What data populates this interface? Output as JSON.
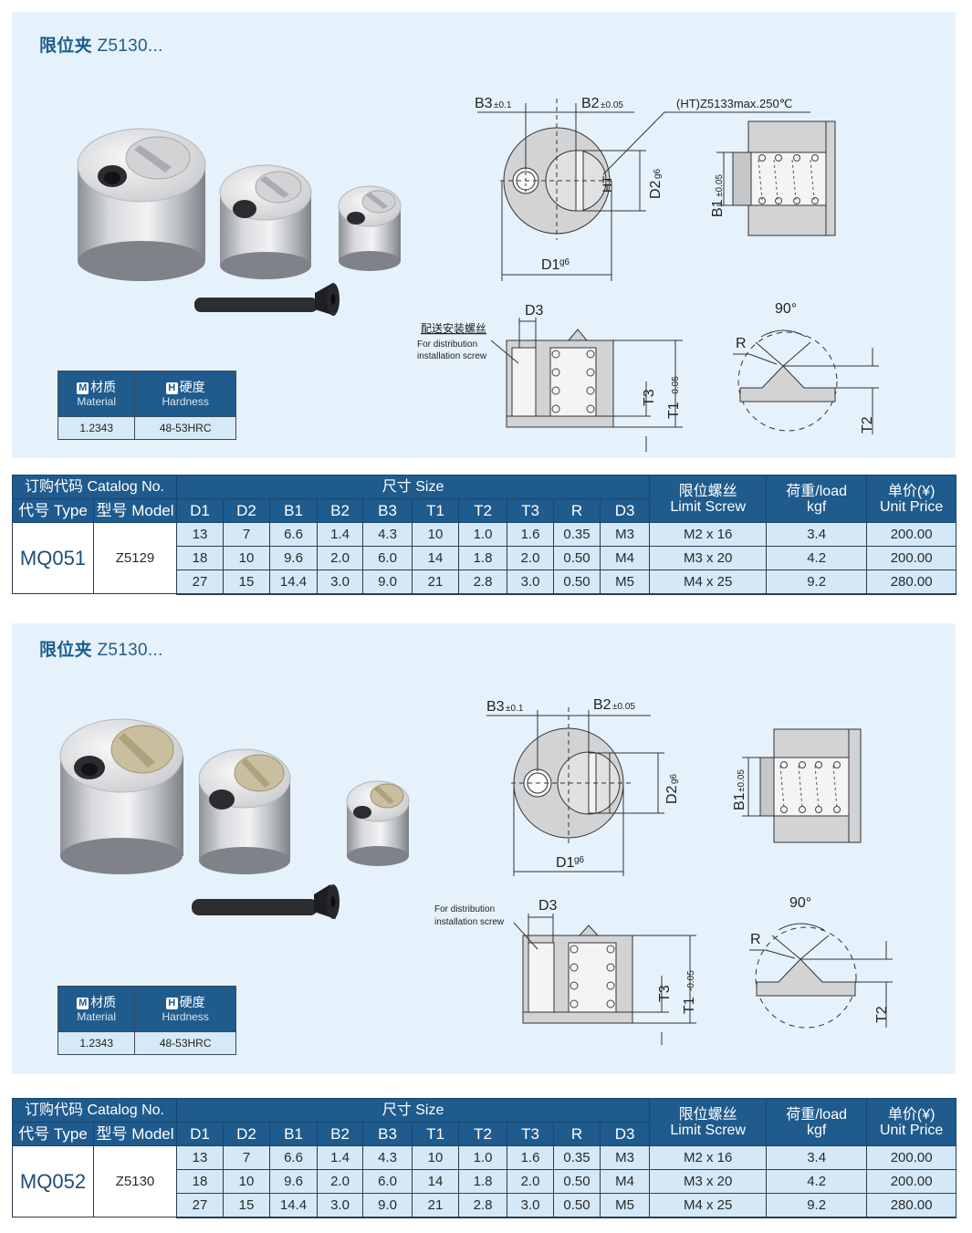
{
  "sections": [
    {
      "title_cn": "限位夹",
      "title_en": "Z5130...",
      "material": {
        "material_badge": "M",
        "material_cn": "材质",
        "material_en": "Material",
        "hardness_badge": "H",
        "hardness_cn": "硬度",
        "hardness_en": "Hardness",
        "material_value": "1.2343",
        "hardness_value": "48-53HRC"
      },
      "diagram": {
        "b3": "B3",
        "b3_tol": "±0.1",
        "b2": "B2",
        "b2_tol": "±0.05",
        "ht_note": "(HT)Z5133max.250℃",
        "ht_mark": "HT",
        "d2": "D2",
        "d2_tol": "g6",
        "d1": "D1",
        "d1_tol": "g6",
        "b1": "B1",
        "b1_tol": "±0.05",
        "d3": "D3",
        "screw_cn": "配送安装螺丝",
        "screw_en_1": "For distribution",
        "screw_en_2": "installation screw",
        "t3": "T3",
        "t1": "T1",
        "t1_tol": "-0.05",
        "angle": "90°",
        "r": "R",
        "t2": "T2"
      },
      "table": {
        "catalog_header": "订购代码 Catalog No.",
        "size_header": "尺寸 Size",
        "type_header": "代号 Type",
        "model_header": "型号 Model",
        "columns": [
          "D1",
          "D2",
          "B1",
          "B2",
          "B3",
          "T1",
          "T2",
          "T3",
          "R",
          "D3"
        ],
        "screw_header_cn": "限位螺丝",
        "screw_header_en": "Limit Screw",
        "load_header_1": "荷重/load",
        "load_header_2": "kgf",
        "price_header_1": "单价(¥)",
        "price_header_2": "Unit Price",
        "type": "MQ051",
        "model": "Z5129",
        "rows": [
          {
            "D1": "13",
            "D2": "7",
            "B1": "6.6",
            "B2": "1.4",
            "B3": "4.3",
            "T1": "10",
            "T2": "1.0",
            "T3": "1.6",
            "R": "0.35",
            "D3": "M3",
            "screw": "M2 x 16",
            "load": "3.4",
            "price": "200.00"
          },
          {
            "D1": "18",
            "D2": "10",
            "B1": "9.6",
            "B2": "2.0",
            "B3": "6.0",
            "T1": "14",
            "T2": "1.8",
            "T3": "2.0",
            "R": "0.50",
            "D3": "M4",
            "screw": "M3 x 20",
            "load": "4.2",
            "price": "200.00"
          },
          {
            "D1": "27",
            "D2": "15",
            "B1": "14.4",
            "B2": "3.0",
            "B3": "9.0",
            "T1": "21",
            "T2": "2.8",
            "T3": "3.0",
            "R": "0.50",
            "D3": "M5",
            "screw": "M4 x 25",
            "load": "9.2",
            "price": "280.00"
          }
        ]
      }
    },
    {
      "title_cn": "限位夹",
      "title_en": "Z5130...",
      "material": {
        "material_badge": "M",
        "material_cn": "材质",
        "material_en": "Material",
        "hardness_badge": "H",
        "hardness_cn": "硬度",
        "hardness_en": "Hardness",
        "material_value": "1.2343",
        "hardness_value": "48-53HRC"
      },
      "diagram": {
        "b3": "B3",
        "b3_tol": "±0.1",
        "b2": "B2",
        "b2_tol": "±0.05",
        "d2": "D2",
        "d2_tol": "g6",
        "d1": "D1",
        "d1_tol": "g6",
        "b1": "B1",
        "b1_tol": "±0.05",
        "d3": "D3",
        "screw_en_1": "For distribution",
        "screw_en_2": "installation screw",
        "t3": "T3",
        "t1": "T1",
        "t1_tol": "-0.05",
        "angle": "90°",
        "r": "R",
        "t2": "T2"
      },
      "table": {
        "catalog_header": "订购代码 Catalog No.",
        "size_header": "尺寸 Size",
        "type_header": "代号 Type",
        "model_header": "型号 Model",
        "columns": [
          "D1",
          "D2",
          "B1",
          "B2",
          "B3",
          "T1",
          "T2",
          "T3",
          "R",
          "D3"
        ],
        "screw_header_cn": "限位螺丝",
        "screw_header_en": "Limit Screw",
        "load_header_1": "荷重/load",
        "load_header_2": "kgf",
        "price_header_1": "单价(¥)",
        "price_header_2": "Unit Price",
        "type": "MQ052",
        "model": "Z5130",
        "rows": [
          {
            "D1": "13",
            "D2": "7",
            "B1": "6.6",
            "B2": "1.4",
            "B3": "4.3",
            "T1": "10",
            "T2": "1.0",
            "T3": "1.6",
            "R": "0.35",
            "D3": "M3",
            "screw": "M2 x 16",
            "load": "3.4",
            "price": "200.00"
          },
          {
            "D1": "18",
            "D2": "10",
            "B1": "9.6",
            "B2": "2.0",
            "B3": "6.0",
            "T1": "14",
            "T2": "1.8",
            "T3": "2.0",
            "R": "0.50",
            "D3": "M4",
            "screw": "M3 x 20",
            "load": "4.2",
            "price": "200.00"
          },
          {
            "D1": "27",
            "D2": "15",
            "B1": "14.4",
            "B2": "3.0",
            "B3": "9.0",
            "T1": "21",
            "T2": "2.8",
            "T3": "3.0",
            "R": "0.50",
            "D3": "M5",
            "screw": "M4 x 25",
            "load": "9.2",
            "price": "280.00"
          }
        ]
      }
    }
  ],
  "colors": {
    "panel_bg": "#e6f2fb",
    "header_blue": "#1f5b8d",
    "cell_blue": "#d4e8f7",
    "title_blue": "#1d5e8c"
  }
}
